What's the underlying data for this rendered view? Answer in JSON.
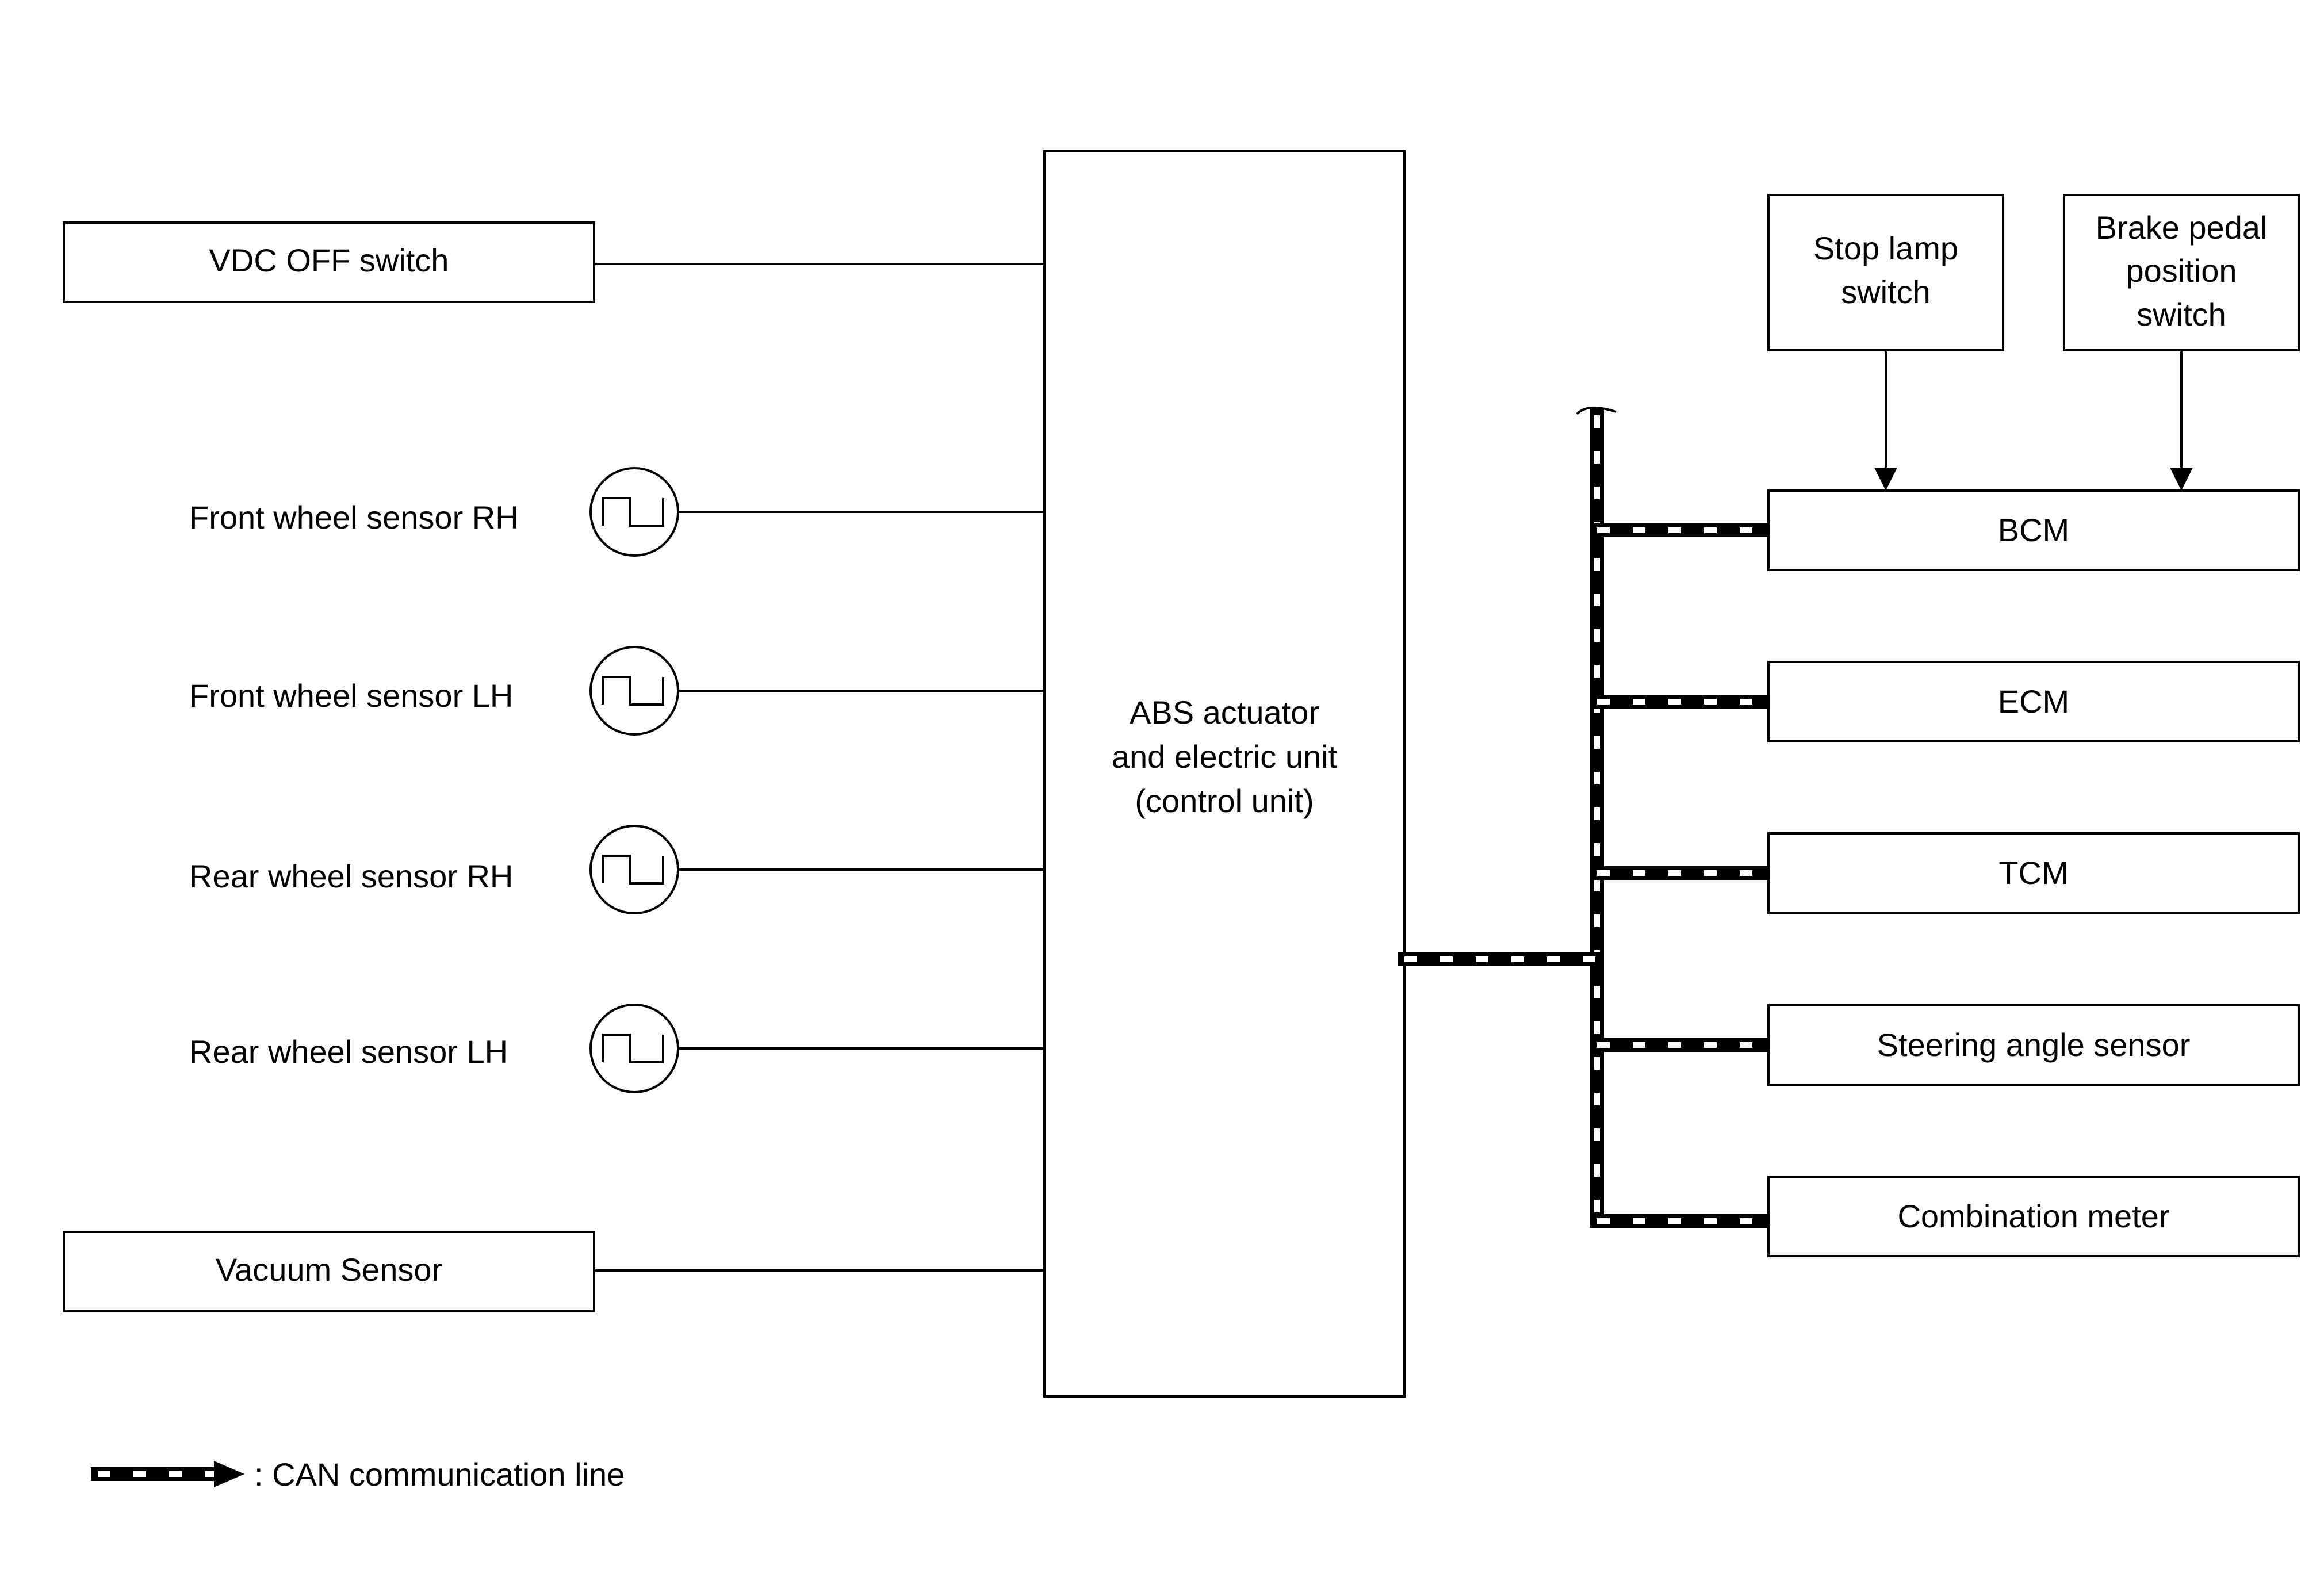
{
  "diagram": {
    "central_unit": {
      "line1": "ABS actuator",
      "line2": "and electric unit",
      "line3": "(control unit)"
    },
    "left_inputs": {
      "vdc_off_switch": "VDC OFF switch",
      "front_wheel_sensor_rh": "Front wheel sensor RH",
      "front_wheel_sensor_lh": "Front wheel sensor LH",
      "rear_wheel_sensor_rh": "Rear wheel sensor RH",
      "rear_wheel_sensor_lh": "Rear wheel sensor LH",
      "vacuum_sensor": "Vacuum Sensor"
    },
    "top_switches": {
      "stop_lamp_switch": {
        "line1": "Stop lamp",
        "line2": "switch"
      },
      "brake_pedal_position_switch": {
        "line1": "Brake pedal",
        "line2": "position",
        "line3": "switch"
      }
    },
    "can_nodes": {
      "bcm": "BCM",
      "ecm": "ECM",
      "tcm": "TCM",
      "steering_angle_sensor": "Steering angle sensor",
      "combination_meter": "Combination meter"
    },
    "legend": {
      "can_line_label": ": CAN communication line"
    },
    "colors": {
      "line": "#000000",
      "background": "#ffffff"
    }
  }
}
